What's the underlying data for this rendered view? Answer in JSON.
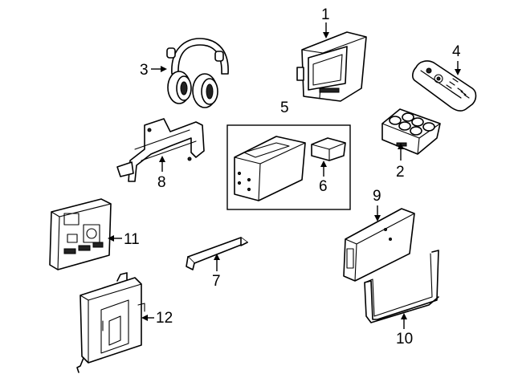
{
  "callouts": {
    "c1": "1",
    "c2": "2",
    "c3": "3",
    "c4": "4",
    "c5": "5",
    "c6": "6",
    "c7": "7",
    "c8": "8",
    "c9": "9",
    "c10": "10",
    "c11": "11",
    "c12": "12"
  },
  "icons": [
    "headphones",
    "dvd-player",
    "remote-control",
    "switch-panel",
    "dvd-changer-module",
    "power-module",
    "bracket",
    "cover-trim",
    "control-module",
    "module-bracket",
    "amplifier",
    "amplifier-bracket"
  ]
}
